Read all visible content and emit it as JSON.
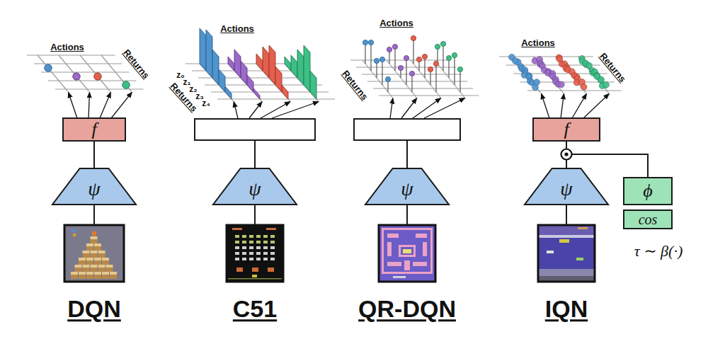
{
  "diagram": {
    "nodes": [
      {
        "text": [
          "f"
        ]
      },
      {
        "text": [
          "ψ"
        ]
      },
      {
        "text": [
          "ψ"
        ]
      },
      {
        "text": [
          "ψ"
        ]
      },
      {
        "text": [
          "f"
        ]
      },
      {
        "text": [
          "ψ"
        ]
      },
      {
        "text": [
          "ϕ"
        ]
      },
      {
        "text": [
          "cos"
        ]
      }
    ],
    "edges": [
      {
        "from": 1,
        "to": 0,
        "arrow": "none"
      },
      {
        "from": 5,
        "to": 4,
        "arrow": "none"
      },
      {
        "from": 6,
        "to": 4,
        "arrow": "none"
      }
    ],
    "labels": [
      "Actions",
      "Returns",
      "Actions",
      "z₀",
      "z₁",
      "z₂",
      "z₃",
      "z₄",
      "Returns",
      "Actions",
      "Returns",
      "Actions",
      "Returns",
      "τ ∼ β(·)",
      "DQN",
      "C51",
      "QR-DQN",
      "IQN"
    ]
  }
}
